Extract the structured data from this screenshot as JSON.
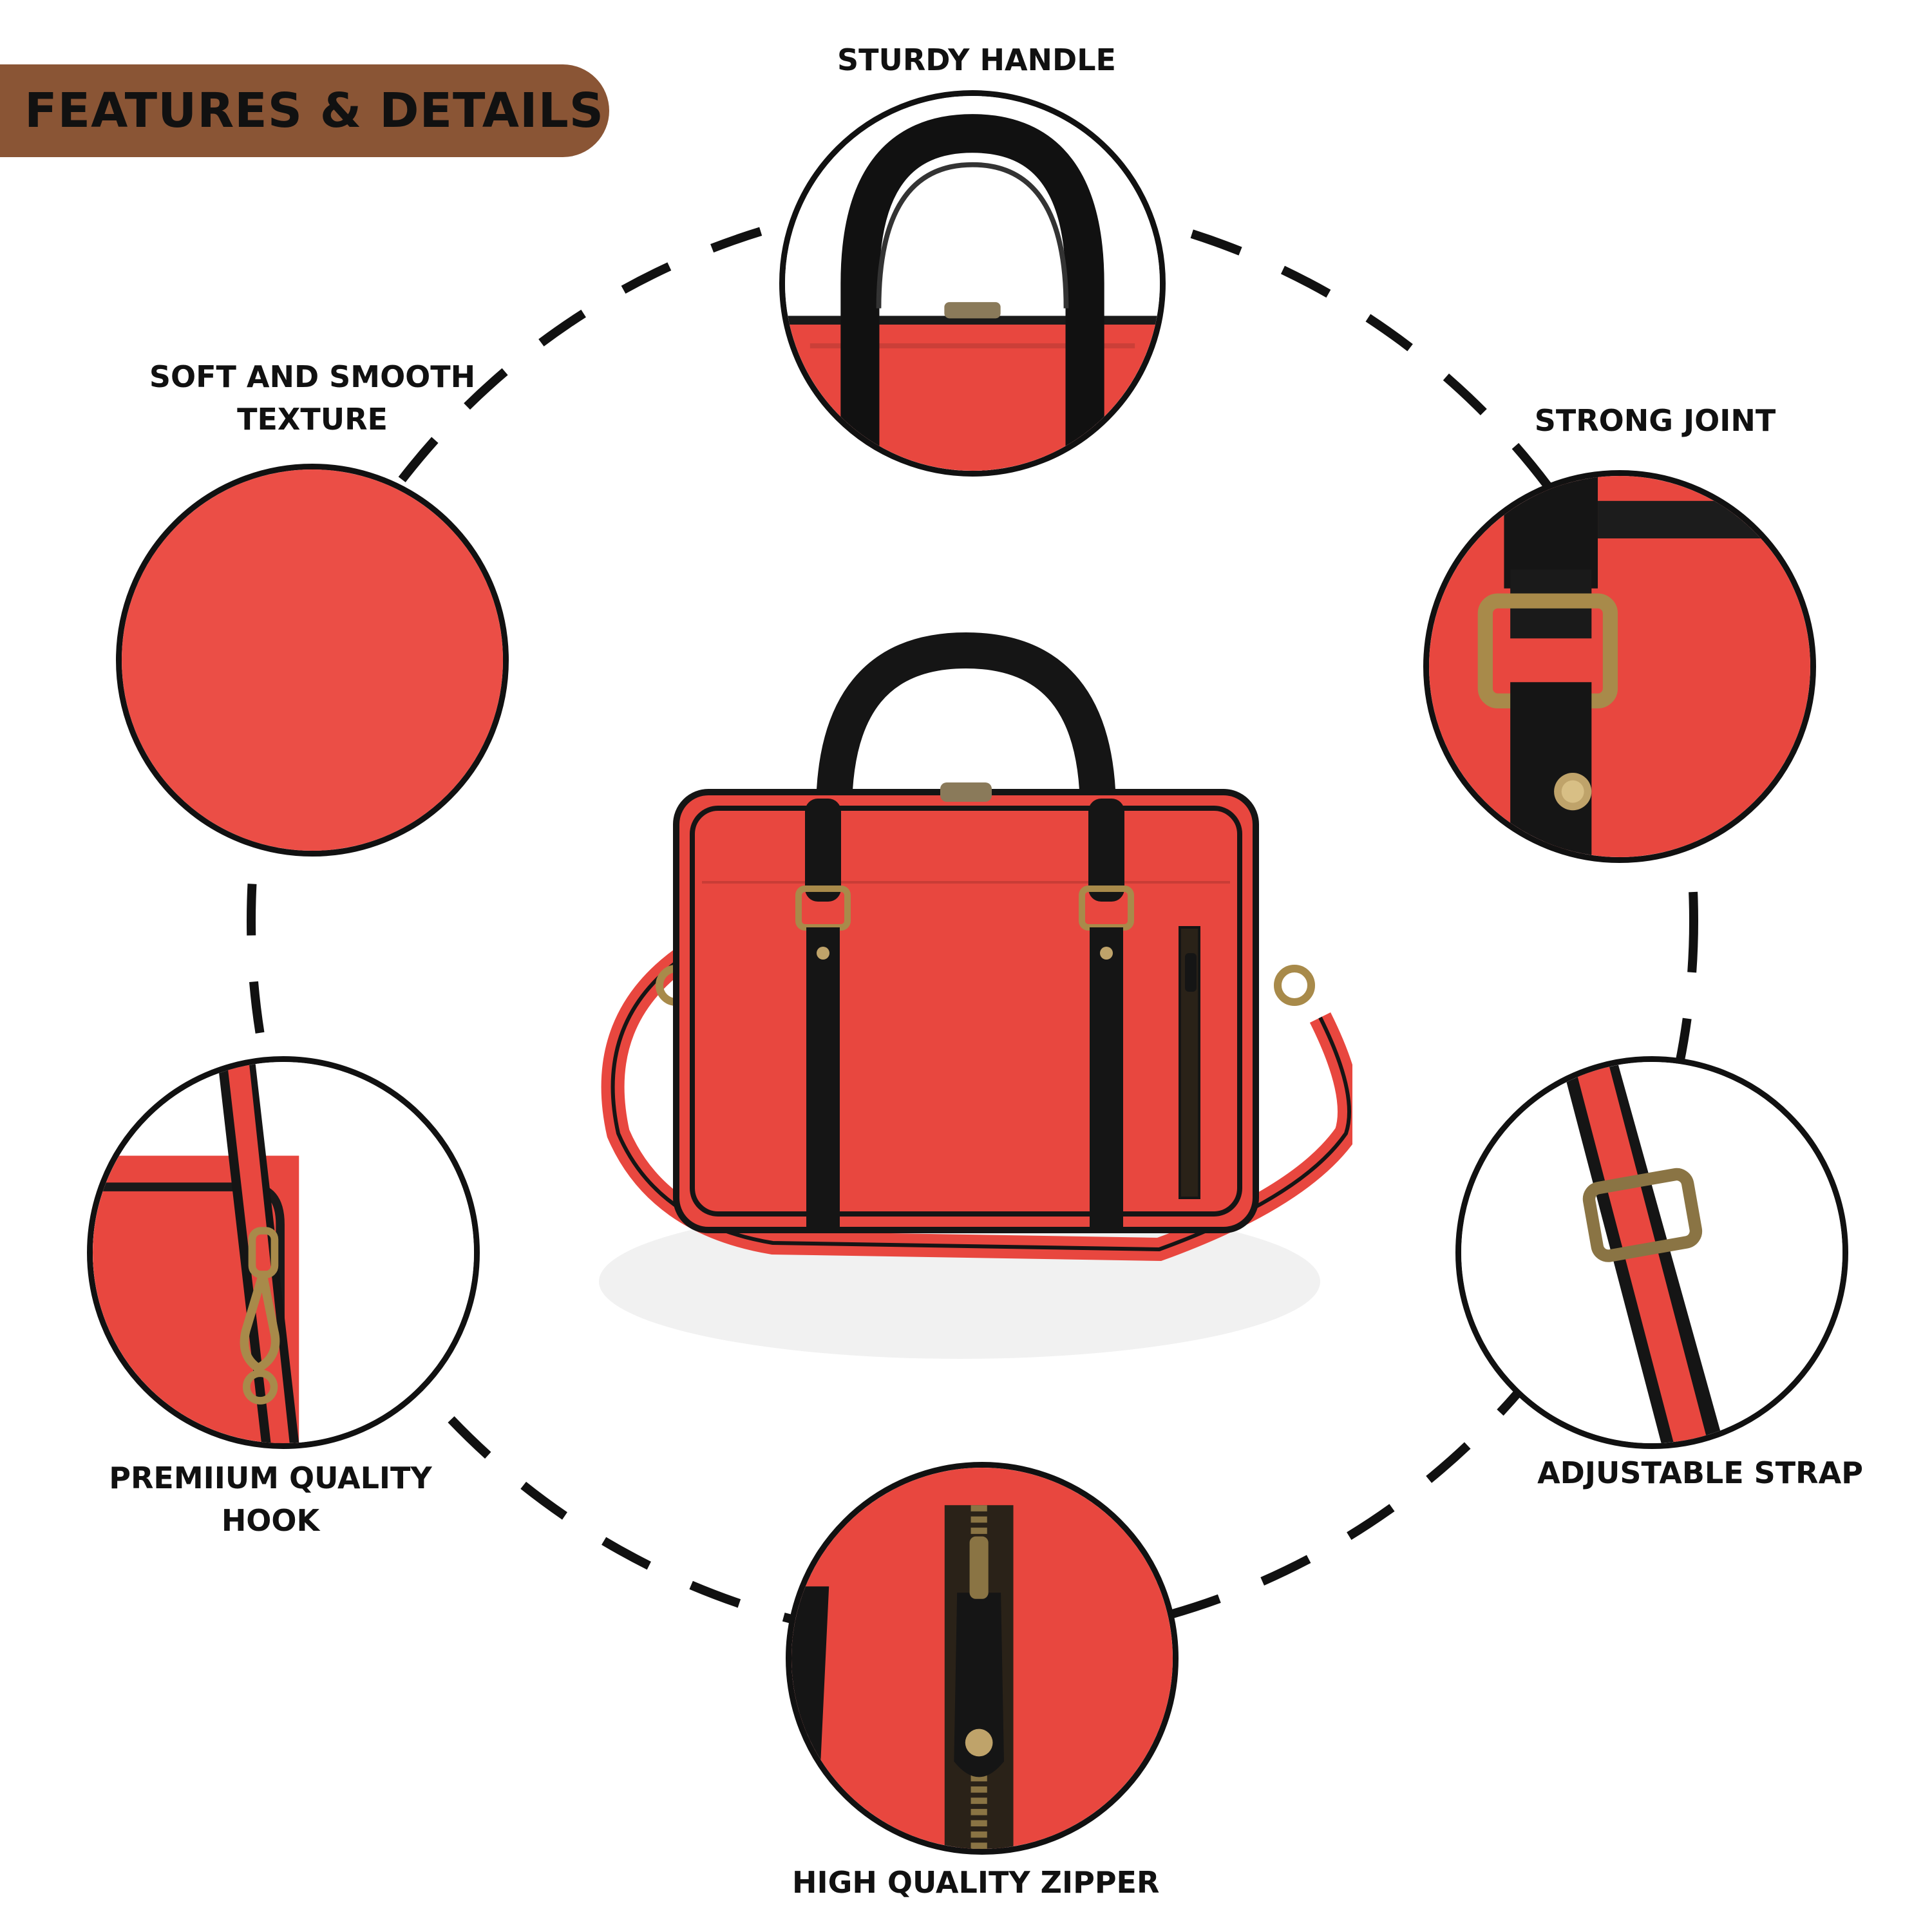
{
  "header": {
    "title": "FEATURES & DETAILS"
  },
  "features": {
    "handle": {
      "label": "STURDY HANDLE"
    },
    "texture": {
      "label_line1": "SOFT AND SMOOTH",
      "label_line2": "TEXTURE"
    },
    "joint": {
      "label": "STRONG JOINT"
    },
    "hook": {
      "label_line1": "PREMIIUM QUALITY",
      "label_line2": "HOOK"
    },
    "strap": {
      "label": "ADJUSTABLE STRAP"
    },
    "zipper": {
      "label": "HIGH QUALITY ZIPPER"
    }
  },
  "colors": {
    "badge": "#8a5535",
    "leather_red": "#e8473f",
    "trim_black": "#151515",
    "brass": "#a88a4a"
  }
}
